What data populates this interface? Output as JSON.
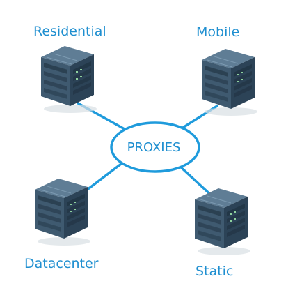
{
  "colors": {
    "accent": "#1f9bdc",
    "text": "#1f8fd0",
    "server_front": "#3f5a70",
    "server_side": "#2c4357",
    "server_top": "#5f7d95",
    "server_dark": "#1c2d3b",
    "server_led": "#8fd19e"
  },
  "hub": {
    "label": "PROXIES"
  },
  "nodes": [
    {
      "id": "residential",
      "label": "Residential",
      "icon": "server-icon"
    },
    {
      "id": "mobile",
      "label": "Mobile",
      "icon": "server-icon"
    },
    {
      "id": "datacenter",
      "label": "Datacenter",
      "icon": "server-icon"
    },
    {
      "id": "static",
      "label": "Static",
      "icon": "server-icon"
    }
  ]
}
